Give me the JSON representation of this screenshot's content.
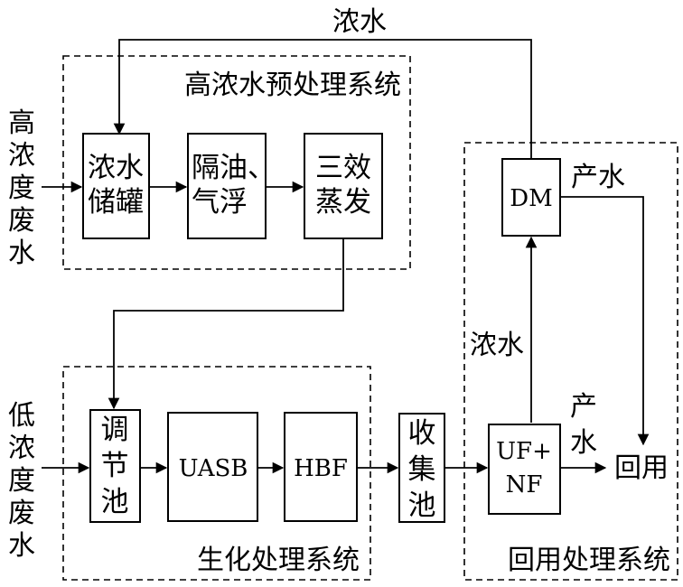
{
  "top_label": "浓水",
  "groups": {
    "pretreatment": "高浓水预处理系统",
    "biochemical": "生化处理系统",
    "reuse": "回用处理系统"
  },
  "inputs": {
    "high": [
      "高",
      "浓",
      "度",
      "废",
      "水"
    ],
    "low": [
      "低",
      "浓",
      "度",
      "废",
      "水"
    ]
  },
  "boxes": {
    "storage": [
      "浓水",
      "储罐"
    ],
    "oil_removal": [
      "隔油、",
      "气浮"
    ],
    "evaporation": [
      "三效",
      "蒸发"
    ],
    "regulating": [
      "调",
      "节",
      "池"
    ],
    "uasb": "UASB",
    "hbf": "HBF",
    "collection": [
      "收",
      "集",
      "池"
    ],
    "ufnf": [
      "UF+",
      "NF"
    ],
    "dm": "DM"
  },
  "edge_labels": {
    "dm_product": "产水",
    "uf_concentrate": "浓水",
    "uf_product": [
      "产",
      "水"
    ]
  },
  "output": "回用"
}
